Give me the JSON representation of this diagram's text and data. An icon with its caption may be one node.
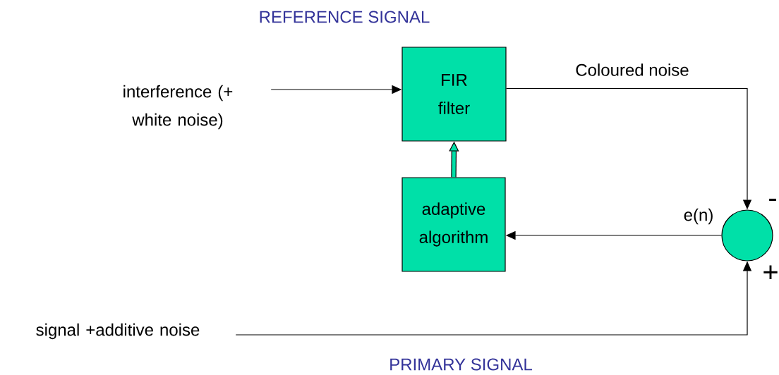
{
  "diagram": {
    "nodes": [
      {
        "text": [
          "interference (+ white noise)"
        ]
      },
      {
        "text": [
          "FIR filter"
        ]
      },
      {
        "text": [
          "adaptive algorithm"
        ]
      },
      {
        "text": [],
        "shape": "circle"
      },
      {
        "text": [
          "signal +additive noise"
        ]
      }
    ],
    "edges": [
      {
        "from": 0,
        "to": 1,
        "arrow": "to"
      },
      {
        "from": 1,
        "to": 3,
        "arrow": "to",
        "label": "Coloured noise"
      },
      {
        "from": 3,
        "to": 2,
        "arrow": "to",
        "label": "e(n)"
      },
      {
        "from": 2,
        "to": 1,
        "arrow": "to",
        "style": "thick"
      },
      {
        "from": 4,
        "to": 3,
        "arrow": "to"
      }
    ],
    "labels": [
      "REFERENCE SIGNAL",
      "PRIMARY SIGNAL",
      "-",
      "+"
    ]
  }
}
